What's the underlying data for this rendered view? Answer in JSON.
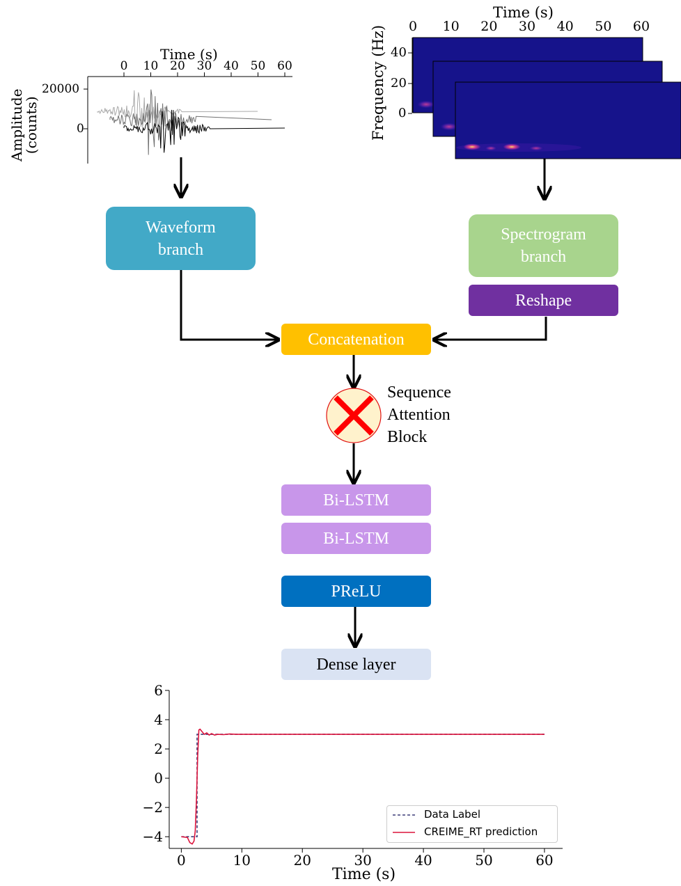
{
  "waveform_panel": {
    "x_axis_label": "Time (s)",
    "y_axis_label_line1": "Amplitude",
    "y_axis_label_line2": "(counts)",
    "x_ticks": [
      "0",
      "10",
      "20",
      "30",
      "40",
      "50",
      "60"
    ],
    "y_ticks": [
      "20000",
      "0"
    ]
  },
  "spectrogram_panel": {
    "x_axis_label": "Time (s)",
    "y_axis_label": "Frequency (Hz)",
    "x_ticks": [
      "0",
      "10",
      "20",
      "30",
      "40",
      "50",
      "60"
    ],
    "y_ticks": [
      "40",
      "20",
      "0"
    ]
  },
  "blocks": {
    "waveform_branch": "Waveform\nbranch",
    "spectrogram_branch": "Spectrogram\nbranch",
    "reshape": "Reshape",
    "concatenation": "Concatenation",
    "attention_line1": "Sequence",
    "attention_line2": "Attention",
    "attention_line3": "Block",
    "bilstm1": "Bi-LSTM",
    "bilstm2": "Bi-LSTM",
    "prelu": "PReLU",
    "dense": "Dense layer"
  },
  "colors": {
    "waveform_branch": "#42A9C7",
    "spectrogram_branch": "#A8D48D",
    "reshape": "#7030A0",
    "concatenation": "#FFC000",
    "bilstm": "#C896EA",
    "prelu": "#0070C0",
    "dense": "#DAE3F3",
    "attention_fill": "#FFF2CC",
    "attention_x": "#FF0000",
    "label_series": "#3b3b78",
    "prediction_series": "#dc143c"
  },
  "chart_data": {
    "type": "line",
    "xlabel": "Time (s)",
    "ylabel": "",
    "xlim": [
      -2,
      63
    ],
    "ylim": [
      -4.8,
      6
    ],
    "x_ticks": [
      "0",
      "10",
      "20",
      "30",
      "40",
      "50",
      "60"
    ],
    "y_ticks": [
      "−4",
      "−2",
      "0",
      "2",
      "4",
      "6"
    ],
    "legend_position": "lower-right",
    "series": [
      {
        "name": "Data Label",
        "style": "dashed",
        "x": [
          0,
          2.6,
          2.6,
          60
        ],
        "y": [
          -4,
          -4,
          3,
          3
        ]
      },
      {
        "name": "CREIME_RT prediction",
        "style": "solid",
        "x": [
          0,
          1,
          1.4,
          1.8,
          2.1,
          2.3,
          2.5,
          2.7,
          2.9,
          3.1,
          3.4,
          3.8,
          4.2,
          4.6,
          5,
          5.5,
          6,
          7,
          8,
          9,
          10,
          60
        ],
        "y": [
          -4.0,
          -4.05,
          -4.4,
          -4.5,
          -4.3,
          -3.6,
          -1.5,
          1.5,
          3.3,
          3.35,
          3.2,
          3.0,
          3.1,
          2.95,
          3.05,
          2.95,
          3.0,
          2.98,
          3.02,
          3.0,
          3.0,
          3.0
        ]
      }
    ]
  }
}
